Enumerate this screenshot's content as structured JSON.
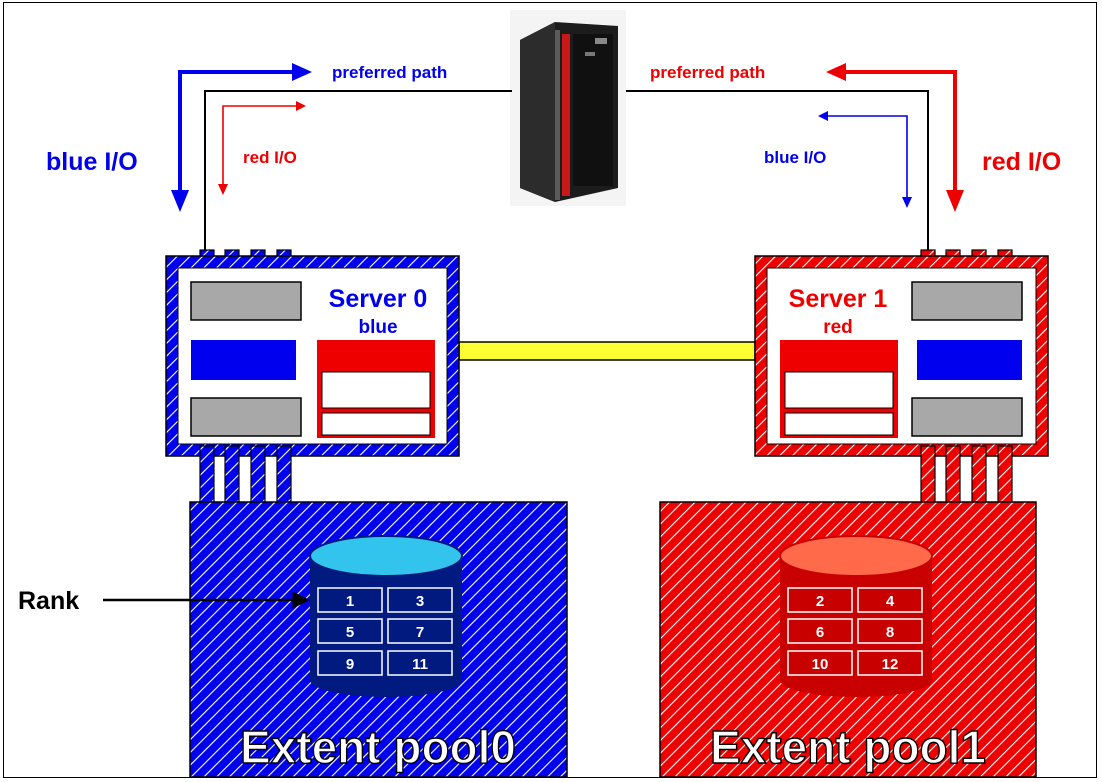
{
  "colors": {
    "blue": "#0000ee",
    "red": "#ee0000",
    "navy": "#001a80",
    "darkred": "#c80000",
    "cyan": "#33c4ee",
    "salmon": "#ff6a4a",
    "yellow": "#ffff33",
    "gray": "#a8a8a8"
  },
  "paths": {
    "left_label": "preferred path",
    "right_label": "preferred path"
  },
  "io": {
    "left_big": "blue I/O",
    "left_small": "red I/O",
    "right_small": "blue I/O",
    "right_big": "red I/O"
  },
  "servers": [
    {
      "name": "Server 0",
      "color_word": "blue"
    },
    {
      "name": "Server 1",
      "color_word": "red"
    }
  ],
  "pools": [
    {
      "label": "Extent pool0",
      "ranks": [
        "1",
        "3",
        "5",
        "7",
        "9",
        "11"
      ]
    },
    {
      "label": "Extent pool1",
      "ranks": [
        "2",
        "4",
        "6",
        "8",
        "10",
        "12"
      ]
    }
  ],
  "rank_label": "Rank"
}
